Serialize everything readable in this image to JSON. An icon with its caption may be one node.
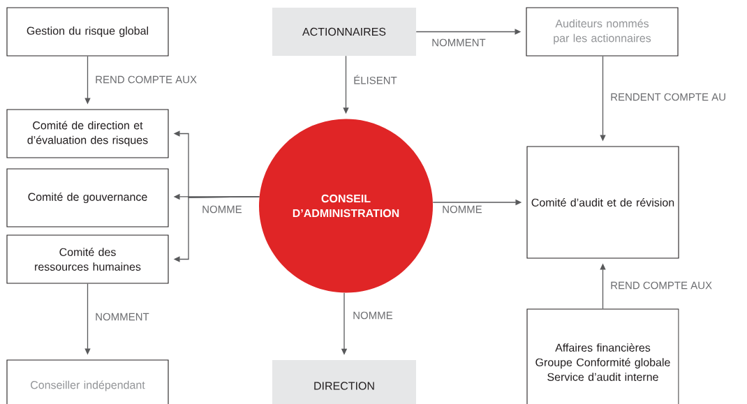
{
  "diagram": {
    "nodes": [
      {
        "text": [
          "Gestion du risque global"
        ]
      },
      {
        "text": [
          "ACTIONNAIRES"
        ]
      },
      {
        "text": [
          "Auditeurs nommés par les actionnaires"
        ]
      },
      {
        "text": [
          "Comité de direction et d’évaluation des risques"
        ]
      },
      {
        "text": [
          "CONSEIL D’ADMINISTRATION"
        ]
      },
      {
        "text": [
          "Comité de gouvernance"
        ]
      },
      {
        "text": [
          "Comité d’audit et de révision"
        ]
      },
      {
        "text": [
          "Comité des ressources humaines"
        ]
      },
      {
        "text": [
          "Conseiller indépendant"
        ]
      },
      {
        "text": [
          "DIRECTION"
        ]
      },
      {
        "text": [
          "Affaires financières",
          "Groupe Conformité globale",
          "Service d’audit interne"
        ]
      }
    ],
    "edges": [
      {
        "from": 0,
        "to": 3,
        "arrow": "to",
        "label": "REND COMPTE AUX"
      },
      {
        "from": 1,
        "to": 4,
        "arrow": "to",
        "label": "ÉLISENT"
      },
      {
        "from": 1,
        "to": 2,
        "arrow": "to",
        "label": "NOMMENT"
      },
      {
        "from": 2,
        "to": 6,
        "arrow": "to",
        "label": "RENDENT COMPTE AU"
      },
      {
        "from": 4,
        "to": 3,
        "arrow": "to"
      },
      {
        "from": 4,
        "to": 5,
        "arrow": "to",
        "label": "NOMME"
      },
      {
        "from": 4,
        "to": 7,
        "arrow": "to"
      },
      {
        "from": 4,
        "to": 6,
        "arrow": "to",
        "label": "NOMME"
      },
      {
        "from": 7,
        "to": 8,
        "arrow": "to",
        "label": "NOMMENT"
      },
      {
        "from": 4,
        "to": 9,
        "arrow": "to",
        "label": "NOMME"
      },
      {
        "from": 10,
        "to": 6,
        "arrow": "to",
        "label": "REND COMPTE AUX"
      }
    ]
  }
}
